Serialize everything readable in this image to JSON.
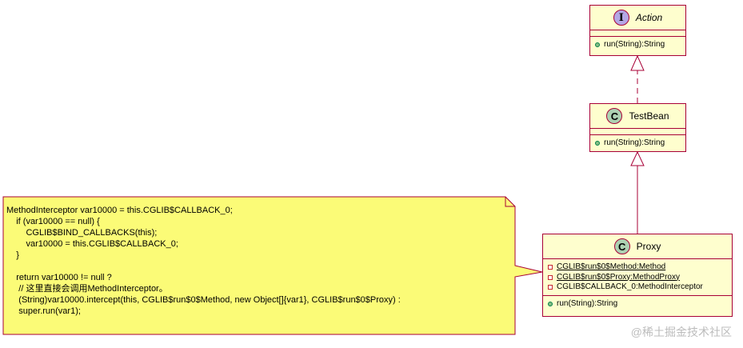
{
  "classes": {
    "action": {
      "stereotype": "I",
      "name": "Action",
      "methods": [
        "run(String):String"
      ]
    },
    "testbean": {
      "stereotype": "C",
      "name": "TestBean",
      "methods": [
        "run(String):String"
      ]
    },
    "proxy": {
      "stereotype": "C",
      "name": "Proxy",
      "fields": [
        "CGLIB$run$0$Method:Method",
        "CGLIB$run$0$Proxy:MethodProxy",
        "CGLIB$CALLBACK_0:MethodInterceptor"
      ],
      "methods": [
        "run(String):String"
      ]
    }
  },
  "note": {
    "text": "MethodInterceptor var10000 = this.CGLIB$CALLBACK_0;\n    if (var10000 == null) {\n        CGLIB$BIND_CALLBACKS(this);\n        var10000 = this.CGLIB$CALLBACK_0;\n    }\n\n    return var10000 != null ?\n     // 这里直接会调用MethodInterceptor。\n     (String)var10000.intercept(this, CGLIB$run$0$Method, new Object[]{var1}, CGLIB$run$0$Proxy) :\n     super.run(var1);"
  },
  "relations": [
    {
      "from": "TestBean",
      "to": "Action",
      "type": "realization"
    },
    {
      "from": "Proxy",
      "to": "TestBean",
      "type": "generalization"
    }
  ],
  "watermark": "@稀土掘金技术社区",
  "colors": {
    "box_fill": "#FEFECE",
    "box_border": "#A80036",
    "note_fill": "#FBFB77",
    "interface_badge": "#B4A7E5",
    "class_badge": "#ADD1B2"
  }
}
